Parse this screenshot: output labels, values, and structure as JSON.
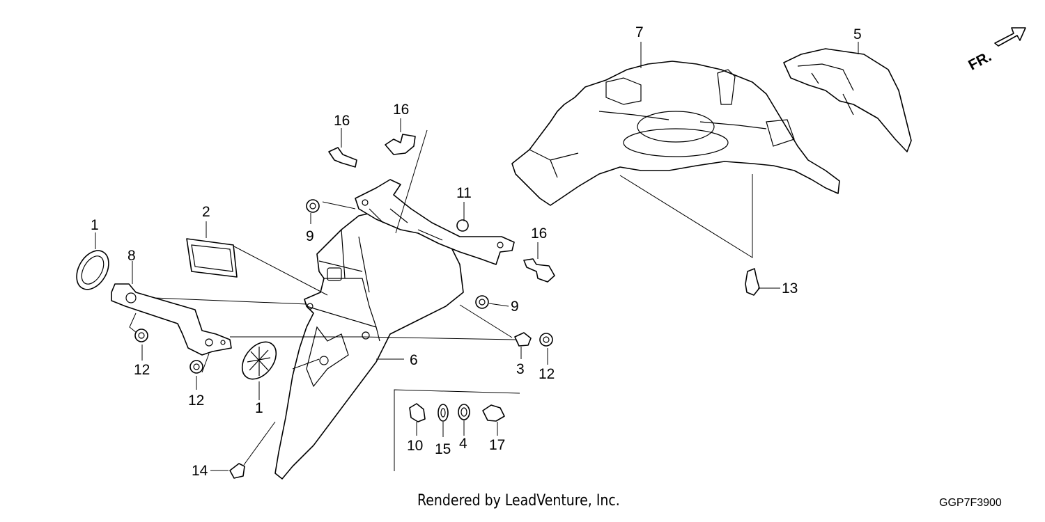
{
  "direction_label": "FR.",
  "credit": "Rendered by LeadVenture, Inc.",
  "diagram_code": "GGP7F3900",
  "callouts": {
    "c1a": "1",
    "c1b": "1",
    "c2": "2",
    "c3": "3",
    "c4": "4",
    "c5": "5",
    "c6": "6",
    "c7": "7",
    "c8": "8",
    "c9a": "9",
    "c9b": "9",
    "c10": "10",
    "c11": "11",
    "c12a": "12",
    "c12b": "12",
    "c12c": "12",
    "c13": "13",
    "c14": "14",
    "c15": "15",
    "c16a": "16",
    "c16b": "16",
    "c16c": "16",
    "c17": "17"
  }
}
